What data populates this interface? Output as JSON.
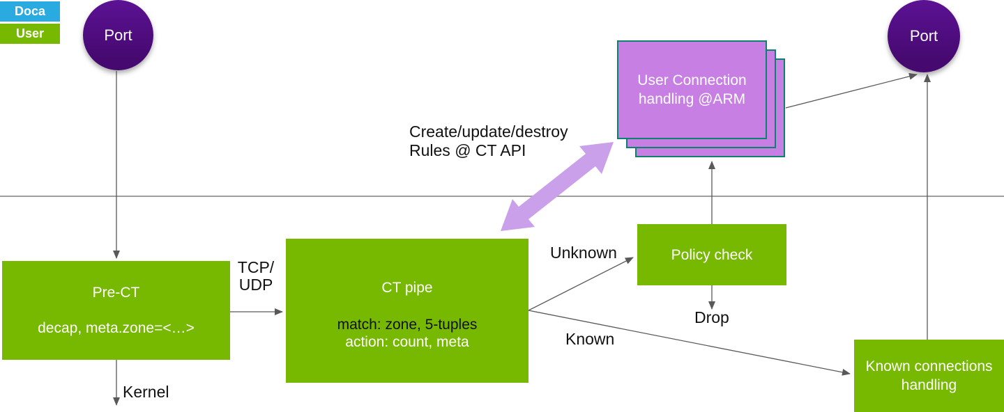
{
  "legend": {
    "doca_label": "Doca",
    "user_label": "User"
  },
  "nodes": {
    "port_left": "Port",
    "port_right": "Port",
    "user_connection": "User Connection handling @ARM",
    "pre_ct_title": "Pre-CT",
    "pre_ct_detail": "decap, meta.zone=<…>",
    "ct_pipe_title": "CT pipe",
    "ct_pipe_match": "match: zone, 5-tuples",
    "ct_pipe_action": "action: count, meta",
    "policy_check": "Policy check",
    "known_connections": "Known connections handling"
  },
  "labels": {
    "create_rules_line1": "Create/update/destroy",
    "create_rules_line2": "Rules @ CT API",
    "tcp_line1": "TCP/",
    "tcp_line2": "UDP",
    "kernel": "Kernel",
    "unknown": "Unknown",
    "known": "Known",
    "drop": "Drop"
  },
  "colors": {
    "nvidia_green": "#76b900",
    "doca_cyan": "#29abe2",
    "port_purple_dark": "#45096f",
    "port_purple_light": "#5c1294",
    "stack_fill": "#c77fe3",
    "stack_border": "#0d8070",
    "ct_api_arrow": "#c9a0e9",
    "wire_gray": "#595959",
    "boundary_gray": "#7f7f7f"
  }
}
